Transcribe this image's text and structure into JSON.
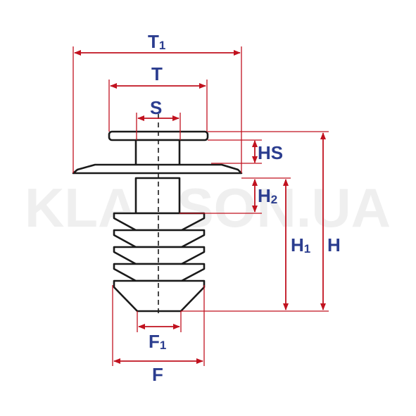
{
  "watermark": "KLAKSON.UA",
  "labels": {
    "t1": {
      "main": "T",
      "sub": "1"
    },
    "t": {
      "main": "T",
      "sub": ""
    },
    "s": {
      "main": "S",
      "sub": ""
    },
    "hs": {
      "main": "HS",
      "sub": ""
    },
    "h2": {
      "main": "H",
      "sub": "2"
    },
    "h1": {
      "main": "H",
      "sub": "1"
    },
    "h": {
      "main": "H",
      "sub": ""
    },
    "f1": {
      "main": "F",
      "sub": "1"
    },
    "f": {
      "main": "F",
      "sub": ""
    }
  },
  "colors": {
    "dimension": "#c1121f",
    "label": "#2b3d8f",
    "outline": "#1a1a1a",
    "watermark": "#efefef"
  }
}
